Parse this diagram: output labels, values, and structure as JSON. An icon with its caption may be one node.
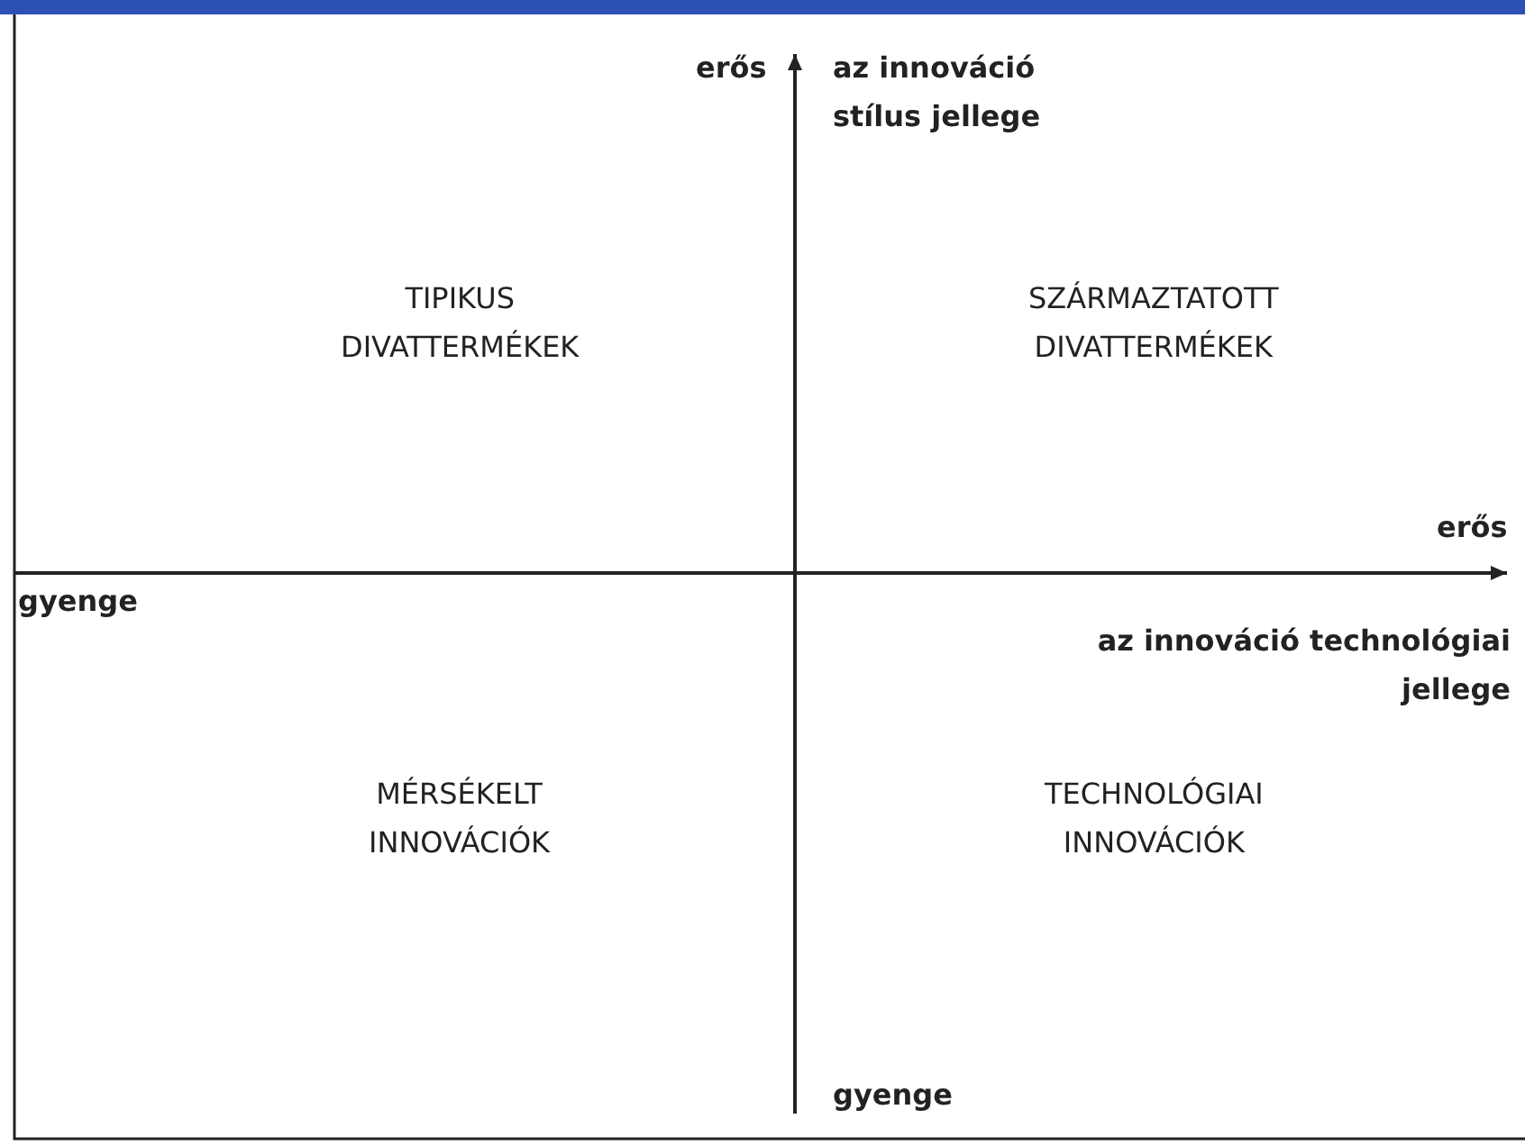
{
  "diagram": {
    "labels": [
      "erős",
      "az innováció stílus jellege",
      "TIPIKUS DIVATTERMÉKEK",
      "SZÁRMAZTATOTT DIVATTERMÉKEK",
      "erős",
      "gyenge",
      "az innováció technológiai jellege",
      "MÉRSÉKELT INNOVÁCIÓK",
      "TECHNOLÓGIAI INNOVÁCIÓK",
      "gyenge"
    ]
  }
}
